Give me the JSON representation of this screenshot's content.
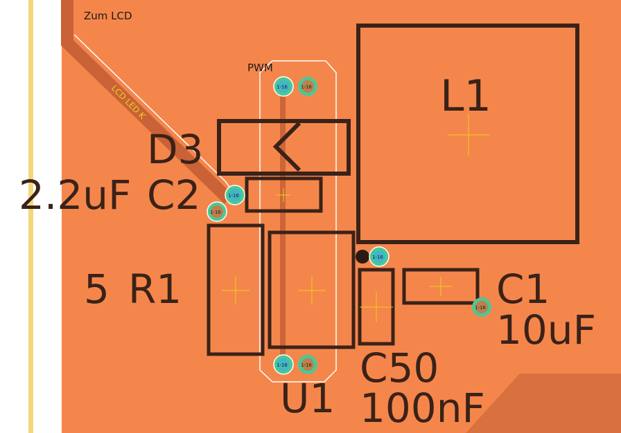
{
  "board": {
    "labels": {
      "zum_lcd": "Zum LCD",
      "pwm": "PWM",
      "lcd_net": "LCD LED K",
      "via": "1-16"
    },
    "components": {
      "l1": "L1",
      "d3": "D3",
      "c2_value": "2.2uF",
      "c2": "C2",
      "r1_value": "5",
      "r1": "R1",
      "c1": "C1",
      "c1_value": "10uF",
      "c50": "C50",
      "c50_value": "100nF",
      "u1": "U1"
    },
    "colors": {
      "copper": "#f5864b",
      "copper_dark": "#d8703f",
      "trace": "#c96236",
      "silkscreen": "#3a2218",
      "pad_green": "#4cc795",
      "board_edge": "#f1d97a",
      "highlight": "#ffffff"
    }
  }
}
